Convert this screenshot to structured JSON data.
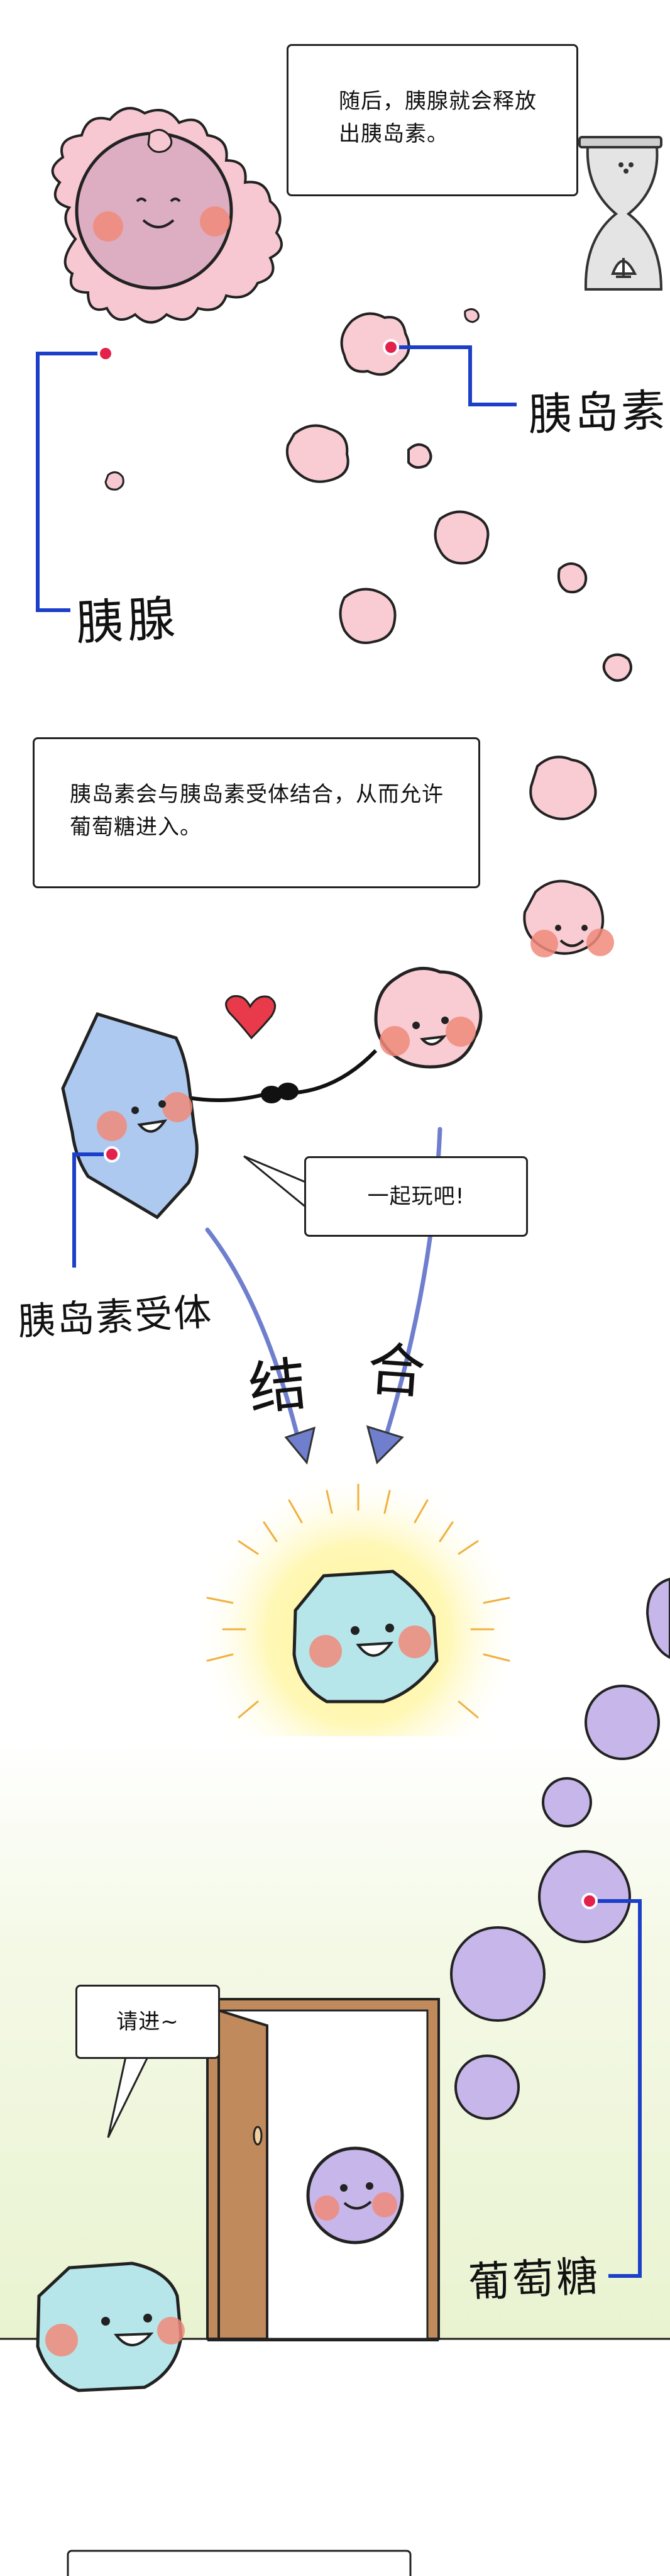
{
  "panel1": {
    "caption": "随后，胰腺就会释放出胰岛素。",
    "label_pancreas": "胰腺",
    "label_insulin": "胰岛素"
  },
  "panel2": {
    "caption": "胰岛素会与胰岛素受体结合，从而允许葡萄糖进入。",
    "speech": "一起玩吧!",
    "label_receptor": "胰岛素受体",
    "arrow_left_text": "结",
    "arrow_right_text": "合"
  },
  "panel3": {
    "speech": "请进~",
    "label_glucose": "葡萄糖"
  },
  "colors": {
    "pancreas_pink": "#f5c6cf",
    "pancreas_core": "#dcaec0",
    "insulin_pink": "#f9ccd4",
    "receptor_blue": "#adc9ef",
    "combined_cyan": "#b6e6ea",
    "glucose_purple": "#c6b6ea",
    "pointer_blue": "#1c3fc9",
    "arrow_blue": "#6f7fce",
    "door_brown": "#c08a5c",
    "cheek": "#f08a7a",
    "glow_yellow": "#fff48a",
    "floor_green": "#eef5d8"
  }
}
